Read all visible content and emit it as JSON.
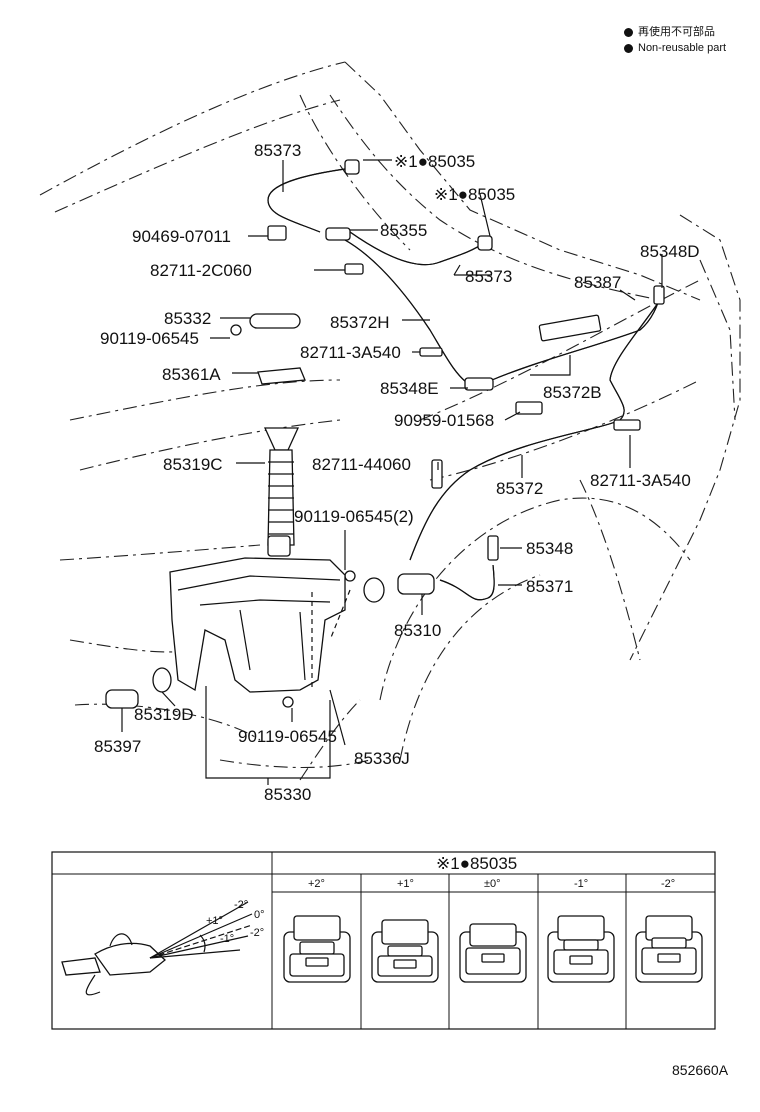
{
  "legend": {
    "items": [
      {
        "text": "再使用不可部品"
      },
      {
        "text": "Non-reusable part"
      }
    ]
  },
  "labels": {
    "p85373a": "85373",
    "p85035a": "※1●85035",
    "p85035b": "※1●85035",
    "p90469": "90469-07011",
    "p85355": "85355",
    "p82711_2c060": "82711-2C060",
    "p85373b": "85373",
    "p85348d": "85348D",
    "p85387": "85387",
    "p85332": "85332",
    "p90119a": "90119-06545",
    "p85372h": "85372H",
    "p82711_3a540a": "82711-3A540",
    "p85361a": "85361A",
    "p85348e": "85348E",
    "p85372b": "85372B",
    "p90959": "90959-01568",
    "p85319c": "85319C",
    "p82711_44060": "82711-44060",
    "p82711_3a540b": "82711-3A540",
    "p85372": "85372",
    "p90119_2": "90119-06545(2)",
    "p85348": "85348",
    "p85371": "85371",
    "p85310": "85310",
    "p85319d": "85319D",
    "p85397": "85397",
    "p90119b": "90119-06545",
    "p85336j": "85336J",
    "p85330": "85330"
  },
  "table": {
    "header": "※1●85035",
    "columns": [
      "+2°",
      "+1°",
      "±0°",
      "-1°",
      "-2°"
    ],
    "angle_labels": [
      "-2°",
      "0°",
      "+1°",
      "-1°",
      "-2°"
    ]
  },
  "diagram_code": "852660A"
}
